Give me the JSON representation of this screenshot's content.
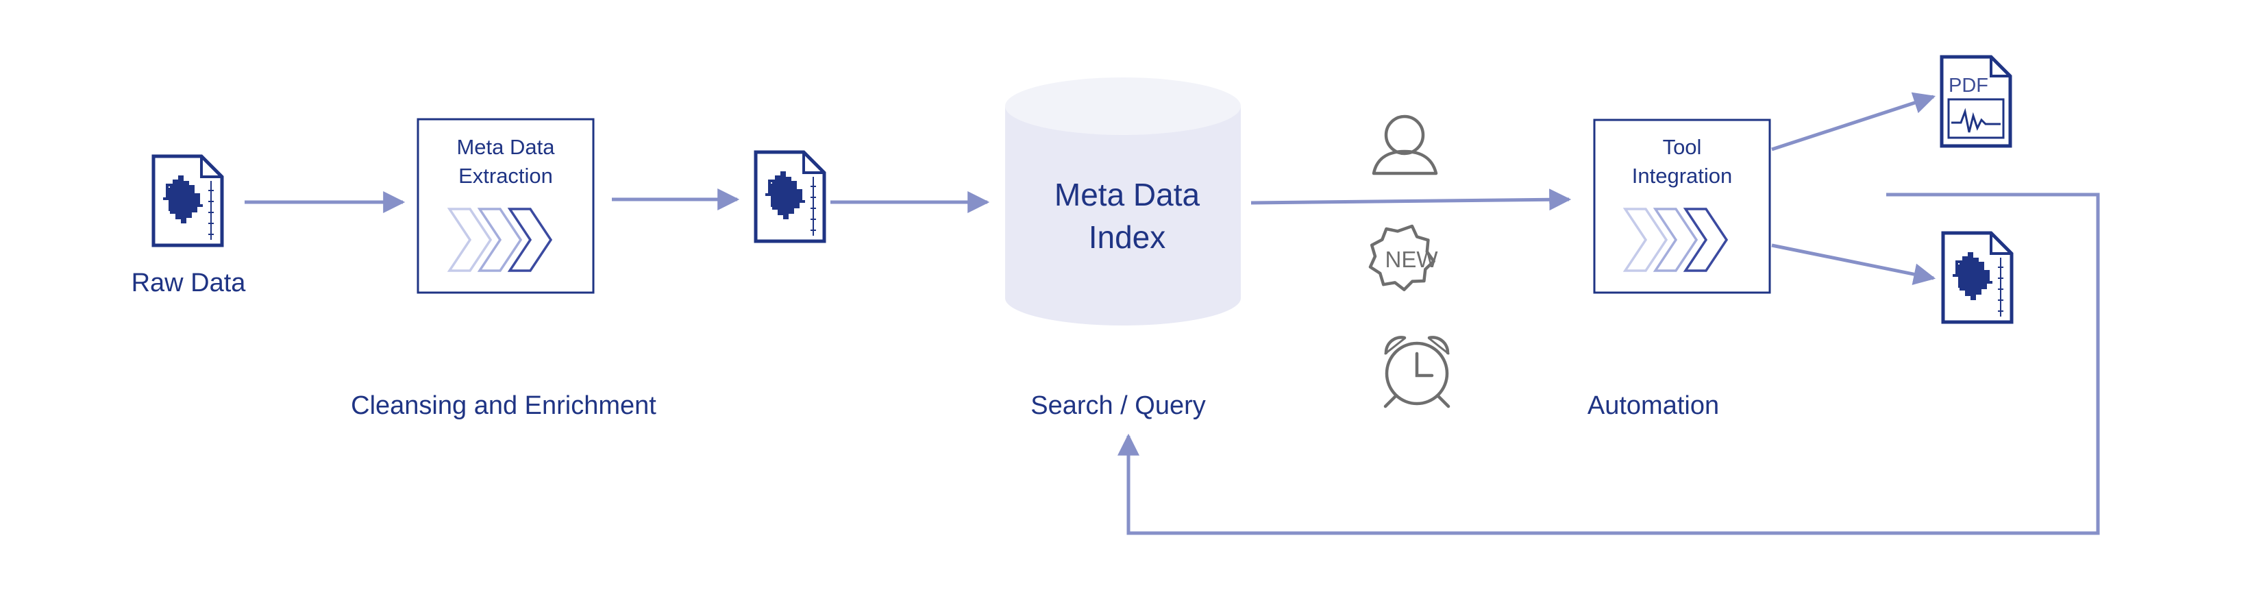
{
  "colors": {
    "navy": "#1f3484",
    "connector": "#8690c8",
    "chevron_light": "#c5cbea",
    "chevron_mid": "#a4addc",
    "chevron_dark": "#3b4aa0",
    "cylinder_fill": "#e8e9f5",
    "cylinder_top": "#f2f3f9",
    "icon_gray": "#6e6e6e",
    "pdf_text": "#3d4d96"
  },
  "labels": {
    "raw_data": "Raw Data",
    "meta_extraction_line1": "Meta Data",
    "meta_extraction_line2": "Extraction",
    "meta_index_line1": "Meta Data",
    "meta_index_line2": "Index",
    "tool_integration_line1": "Tool",
    "tool_integration_line2": "Integration",
    "cleansing": "Cleansing and Enrichment",
    "search_query": "Search / Query",
    "automation": "Automation",
    "pdf": "PDF",
    "new_badge": "NEW"
  },
  "icons": {
    "raw_file": "signal-document-icon",
    "processed_file": "signal-document-icon",
    "output_pdf": "pdf-document-icon",
    "output_file": "signal-document-icon",
    "user": "user-icon",
    "new": "new-badge-icon",
    "alarm": "alarm-clock-icon"
  }
}
